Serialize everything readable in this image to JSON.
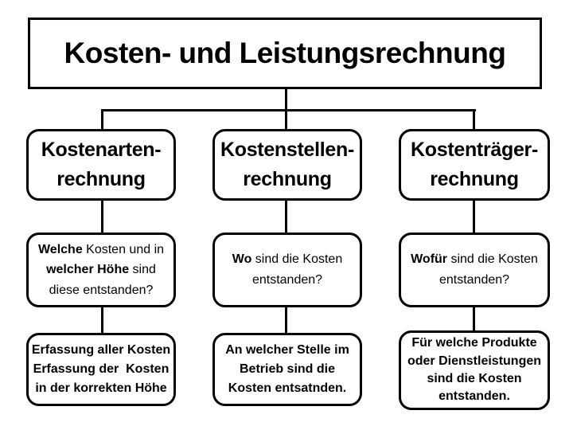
{
  "title": "Kosten- und Leistungsrechnung",
  "colors": {
    "ink": "#000000",
    "paper": "#ffffff"
  },
  "columns": [
    {
      "header_lines": [
        "Kostenarten-",
        "rechnung"
      ],
      "question_lines": [
        [
          {
            "text": "Welche",
            "bold": true
          },
          {
            "text": " Kosten und in",
            "bold": false
          }
        ],
        [
          {
            "text": "welcher Höhe",
            "bold": true
          },
          {
            "text": " sind",
            "bold": false
          }
        ],
        [
          {
            "text": "diese entstanden?",
            "bold": false
          }
        ]
      ],
      "answer_lines": [
        "Erfassung aller Kosten",
        "Erfassung der  Kosten",
        "in der korrekten Höhe"
      ]
    },
    {
      "header_lines": [
        "Kostenstellen-",
        "rechnung"
      ],
      "question_lines": [
        [
          {
            "text": "Wo",
            "bold": true
          },
          {
            "text": " sind die Kosten",
            "bold": false
          }
        ],
        [
          {
            "text": "entstanden?",
            "bold": false
          }
        ]
      ],
      "answer_lines": [
        "An welcher Stelle im",
        "Betrieb sind die",
        "Kosten entsatnden."
      ]
    },
    {
      "header_lines": [
        "Kostenträger-",
        "rechnung"
      ],
      "question_lines": [
        [
          {
            "text": "Wofür",
            "bold": true
          },
          {
            "text": " sind die Kosten",
            "bold": false
          }
        ],
        [
          {
            "text": "entstanden?",
            "bold": false
          }
        ]
      ],
      "answer_lines": [
        "Für welche Produkte",
        "oder Dienstleistungen",
        "sind die Kosten",
        "entstanden."
      ]
    }
  ]
}
